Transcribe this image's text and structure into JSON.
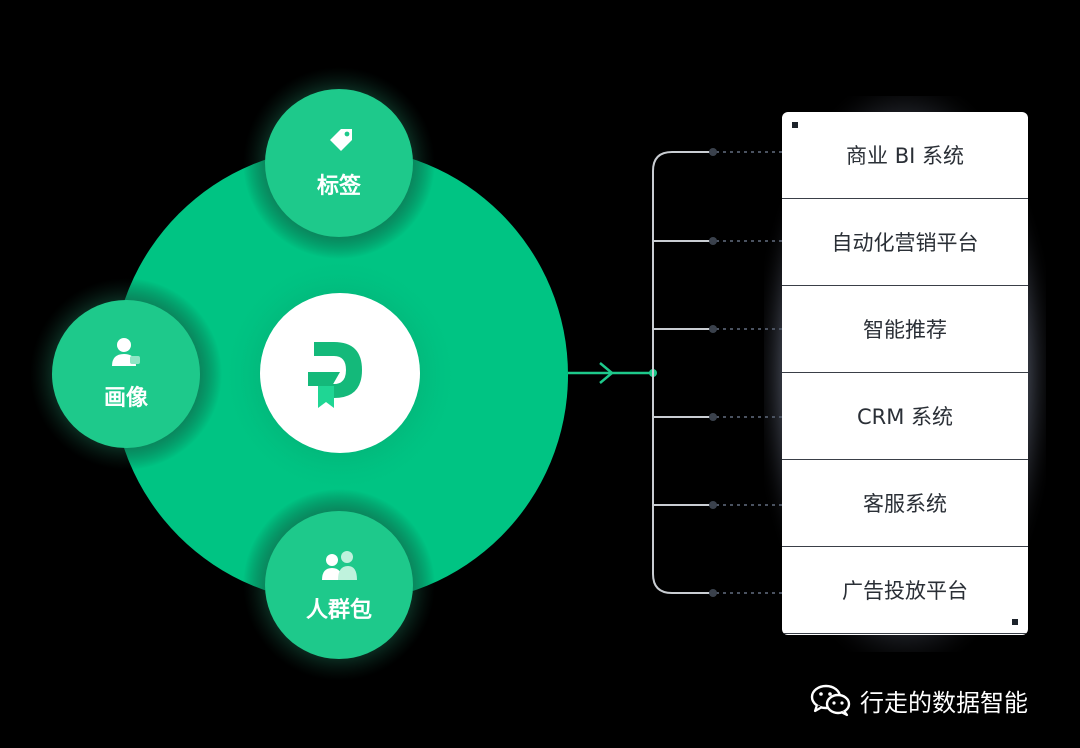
{
  "nodes": {
    "tag": {
      "label": "标签",
      "icon": "tag-icon"
    },
    "portrait": {
      "label": "画像",
      "icon": "user-card-icon"
    },
    "crowd": {
      "label": "人群包",
      "icon": "users-icon"
    },
    "center": {
      "icon": "logo-p-icon"
    }
  },
  "systems": [
    {
      "label": "商业 BI 系统"
    },
    {
      "label": "自动化营销平台"
    },
    {
      "label": "智能推荐"
    },
    {
      "label": "CRM 系统"
    },
    {
      "label": "客服系统"
    },
    {
      "label": "广告投放平台"
    }
  ],
  "watermark": {
    "text": "行走的数据智能",
    "icon": "wechat-icon"
  },
  "colors": {
    "brand_green": "#00c483",
    "node_green": "#1ec98b",
    "logo_green": "#14b97a",
    "connector": "#c9cdd2"
  }
}
